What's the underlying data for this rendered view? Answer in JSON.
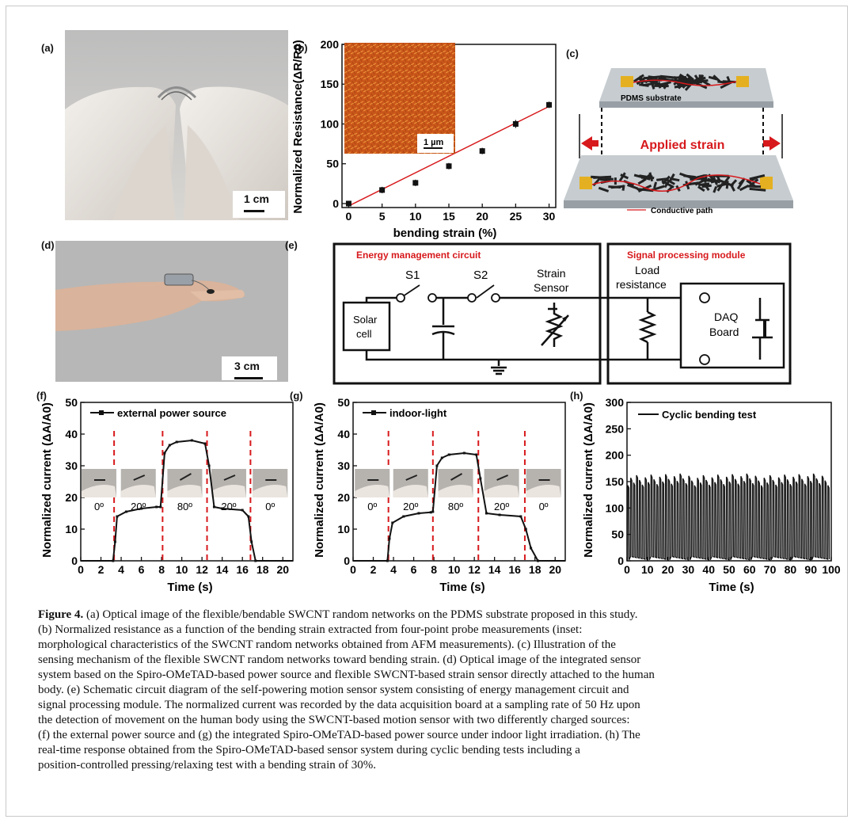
{
  "panels": {
    "a": {
      "label": "(a)",
      "scale_bar": "1 cm"
    },
    "b": {
      "label": "(b)",
      "inset_scale": "1 µm"
    },
    "c": {
      "label": "(c)",
      "substrate": "PDMS substrate",
      "applied_strain": "Applied strain",
      "path": "Conductive path"
    },
    "d": {
      "label": "(d)",
      "scale_bar": "3 cm"
    },
    "e": {
      "label": "(e)",
      "energy_title": "Energy management circuit",
      "signal_title": "Signal processing module",
      "s1": "S1",
      "s2": "S2",
      "strain_sensor_1": "Strain",
      "strain_sensor_2": "Sensor",
      "load_1": "Load",
      "load_2": "resistance",
      "solar_1": "Solar",
      "solar_2": "cell",
      "daq_1": "DAQ",
      "daq_2": "Board"
    },
    "f": {
      "label": "(f)"
    },
    "g": {
      "label": "(g)"
    },
    "h": {
      "label": "(h)"
    }
  },
  "angle_labels": [
    "0º",
    "20º",
    "80º",
    "20º",
    "0º"
  ],
  "chart_data": [
    {
      "id": "b",
      "type": "scatter",
      "xlabel": "bending strain (%)",
      "ylabel": "Normalized Resistance(ΔR/R0)",
      "xlim": [
        -1,
        31
      ],
      "ylim": [
        -5,
        200
      ],
      "xticks": [
        0,
        5,
        10,
        15,
        20,
        25,
        30
      ],
      "yticks": [
        0,
        50,
        100,
        150,
        200
      ],
      "points": [
        {
          "x": 0,
          "y": 0,
          "err": 2
        },
        {
          "x": 5,
          "y": 17,
          "err": 4
        },
        {
          "x": 10,
          "y": 26,
          "err": 4
        },
        {
          "x": 15,
          "y": 47,
          "err": 4
        },
        {
          "x": 20,
          "y": 66,
          "err": 4
        },
        {
          "x": 25,
          "y": 100,
          "err": 5
        },
        {
          "x": 30,
          "y": 124,
          "err": 4
        }
      ],
      "fit": [
        [
          0,
          -3
        ],
        [
          30,
          122
        ]
      ]
    },
    {
      "id": "f",
      "type": "line",
      "legend": "external power source",
      "xlabel": "Time (s)",
      "ylabel": "Normalized current (ΔA/A0)",
      "xlim": [
        0,
        21
      ],
      "ylim": [
        0,
        50
      ],
      "xticks": [
        0,
        2,
        4,
        6,
        8,
        10,
        12,
        14,
        16,
        18,
        20
      ],
      "yticks": [
        0,
        10,
        20,
        30,
        40,
        50
      ],
      "x": [
        0,
        3.2,
        3.4,
        3.6,
        4.5,
        6,
        7.5,
        7.9,
        8.3,
        8.8,
        9.5,
        11,
        12.3,
        12.7,
        13.2,
        14,
        16,
        16.6,
        16.9,
        17.3,
        21
      ],
      "y": [
        0,
        0,
        6,
        14,
        15.5,
        16.5,
        17,
        17,
        34,
        36.5,
        37.5,
        38,
        37,
        30,
        17,
        16.5,
        16,
        14,
        6,
        0,
        0
      ],
      "dividers": [
        3.3,
        8.1,
        12.5,
        16.8
      ],
      "angles_y": 24
    },
    {
      "id": "g",
      "type": "line",
      "legend": "indoor-light",
      "xlabel": "Time (s)",
      "ylabel": "Normalized current (ΔA/A0)",
      "xlim": [
        0,
        21
      ],
      "ylim": [
        0,
        50
      ],
      "xticks": [
        0,
        2,
        4,
        6,
        8,
        10,
        12,
        14,
        16,
        18,
        20
      ],
      "yticks": [
        0,
        10,
        20,
        30,
        40,
        50
      ],
      "x": [
        0,
        3.4,
        3.6,
        3.9,
        5,
        6.5,
        7.7,
        7.9,
        8.3,
        8.8,
        9.5,
        11,
        12.2,
        12.6,
        13.2,
        14.5,
        16.6,
        17.1,
        17.6,
        18.3,
        21
      ],
      "y": [
        0,
        0,
        7,
        12,
        14,
        15,
        15.3,
        15.5,
        30,
        32.5,
        33.5,
        34,
        33.5,
        26,
        15,
        14.5,
        14,
        10,
        4,
        0,
        0
      ],
      "dividers": [
        3.5,
        7.9,
        12.4,
        17
      ],
      "angles_y": 24
    },
    {
      "id": "h",
      "type": "line",
      "legend": "Cyclic bending test",
      "xlabel": "Time (s)",
      "ylabel": "Normalized current (ΔA/A0)",
      "xlim": [
        0,
        100
      ],
      "ylim": [
        0,
        300
      ],
      "xticks": [
        0,
        10,
        20,
        30,
        40,
        50,
        60,
        70,
        80,
        90,
        100
      ],
      "yticks": [
        0,
        50,
        100,
        150,
        200,
        250,
        300
      ],
      "cycles": 70,
      "peak": 155
    }
  ],
  "caption": {
    "title": "Figure 4.",
    "lines": [
      " (a) Optical image of the flexible/bendable SWCNT random networks on the PDMS substrate proposed in this study.",
      "(b) Normalized resistance as a function of the bending strain extracted from four-point probe measurements (inset:",
      "morphological characteristics of the SWCNT random networks obtained from AFM measurements). (c) Illustration of the",
      "sensing mechanism of the flexible SWCNT random networks toward bending strain. (d) Optical image of the integrated sensor",
      "system based on the Spiro-OMeTAD-based power source and flexible SWCNT-based strain sensor directly attached to the human",
      "body. (e) Schematic circuit diagram of the self-powering motion sensor system consisting of energy management circuit and",
      "signal processing module. The normalized current was recorded by the data acquisition board at a sampling rate of 50 Hz upon",
      "the detection of movement on the human body using the SWCNT-based motion sensor with two differently charged sources:",
      "(f) the external power source and (g) the integrated Spiro-OMeTAD-based power source under indoor light irradiation. (h) The",
      "real-time response obtained from the Spiro-OMeTAD-based sensor system during cyclic bending tests including a",
      "position-controlled pressing/relaxing test with a bending strain of 30%."
    ]
  },
  "colors": {
    "red": "#d7191c",
    "sheet": "#b9bfc3",
    "gold": "#e4b021",
    "glove": "#e8e4e0",
    "afm": "#d66a1c"
  }
}
